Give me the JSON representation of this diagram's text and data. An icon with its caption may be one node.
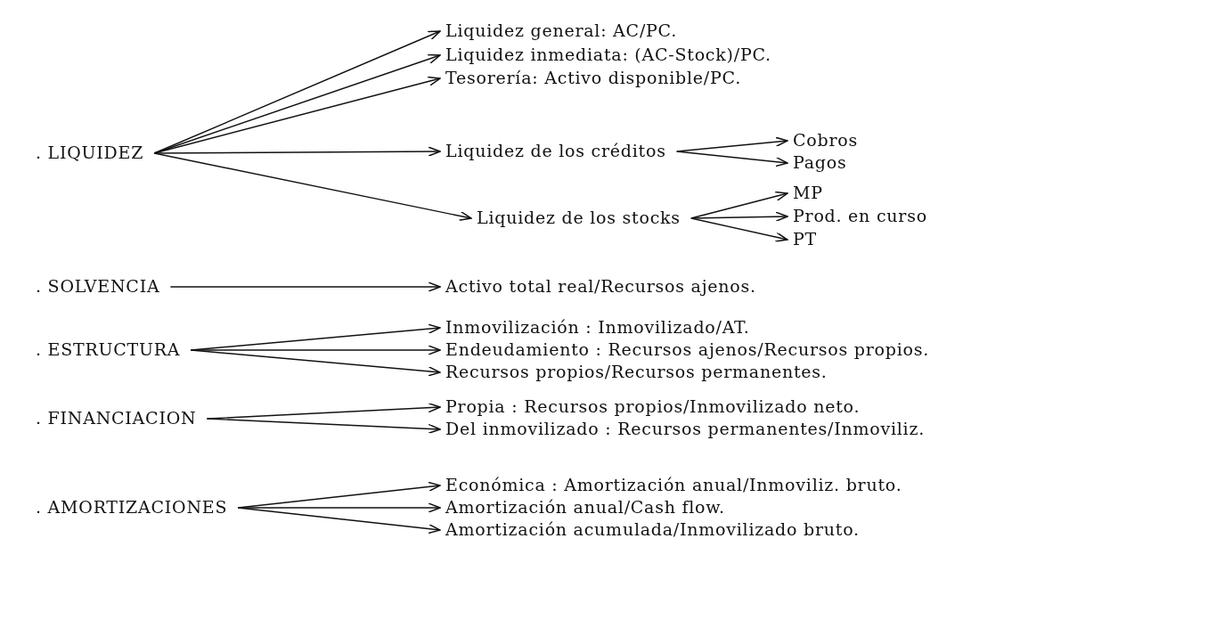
{
  "diagram": {
    "nodes": [
      {
        "text": [
          ". LIQUIDEZ"
        ]
      },
      {
        "text": [
          "Liquidez general: AC/PC."
        ]
      },
      {
        "text": [
          "Liquidez inmediata: (AC-Stock)/PC."
        ]
      },
      {
        "text": [
          "Tesorería: Activo disponible/PC."
        ]
      },
      {
        "text": [
          "Liquidez de los créditos"
        ]
      },
      {
        "text": [
          "Cobros"
        ]
      },
      {
        "text": [
          "Pagos"
        ]
      },
      {
        "text": [
          "Liquidez de los stocks"
        ]
      },
      {
        "text": [
          "MP"
        ]
      },
      {
        "text": [
          "Prod. en curso"
        ]
      },
      {
        "text": [
          "PT"
        ]
      },
      {
        "text": [
          ". SOLVENCIA"
        ]
      },
      {
        "text": [
          "Activo total real/Recursos ajenos."
        ]
      },
      {
        "text": [
          ". ESTRUCTURA"
        ]
      },
      {
        "text": [
          "Inmovilización : Inmovilizado/AT."
        ]
      },
      {
        "text": [
          "Endeudamiento : Recursos ajenos/Recursos propios."
        ]
      },
      {
        "text": [
          "Recursos propios/Recursos permanentes."
        ]
      },
      {
        "text": [
          ". FINANCIACION"
        ]
      },
      {
        "text": [
          "Propia : Recursos propios/Inmovilizado neto."
        ]
      },
      {
        "text": [
          "Del inmovilizado : Recursos permanentes/Inmoviliz."
        ]
      },
      {
        "text": [
          ". AMORTIZACIONES"
        ]
      },
      {
        "text": [
          "Económica : Amortización anual/Inmoviliz. bruto."
        ]
      },
      {
        "text": [
          "Amortización anual/Cash flow."
        ]
      },
      {
        "text": [
          "Amortización acumulada/Inmovilizado bruto."
        ]
      }
    ],
    "edges": [
      {
        "from": 0,
        "to": 1,
        "arrow": "to"
      },
      {
        "from": 0,
        "to": 2,
        "arrow": "to"
      },
      {
        "from": 0,
        "to": 3,
        "arrow": "to"
      },
      {
        "from": 0,
        "to": 4,
        "arrow": "to"
      },
      {
        "from": 0,
        "to": 7,
        "arrow": "to"
      },
      {
        "from": 4,
        "to": 5,
        "arrow": "to"
      },
      {
        "from": 4,
        "to": 6,
        "arrow": "to"
      },
      {
        "from": 7,
        "to": 8,
        "arrow": "to"
      },
      {
        "from": 7,
        "to": 9,
        "arrow": "to"
      },
      {
        "from": 7,
        "to": 10,
        "arrow": "to"
      },
      {
        "from": 11,
        "to": 12,
        "arrow": "to"
      },
      {
        "from": 13,
        "to": 14,
        "arrow": "to"
      },
      {
        "from": 13,
        "to": 15,
        "arrow": "to"
      },
      {
        "from": 13,
        "to": 16,
        "arrow": "to"
      },
      {
        "from": 17,
        "to": 18,
        "arrow": "to"
      },
      {
        "from": 17,
        "to": 19,
        "arrow": "to"
      },
      {
        "from": 20,
        "to": 21,
        "arrow": "to"
      },
      {
        "from": 20,
        "to": 22,
        "arrow": "to"
      },
      {
        "from": 20,
        "to": 23,
        "arrow": "to"
      }
    ]
  }
}
